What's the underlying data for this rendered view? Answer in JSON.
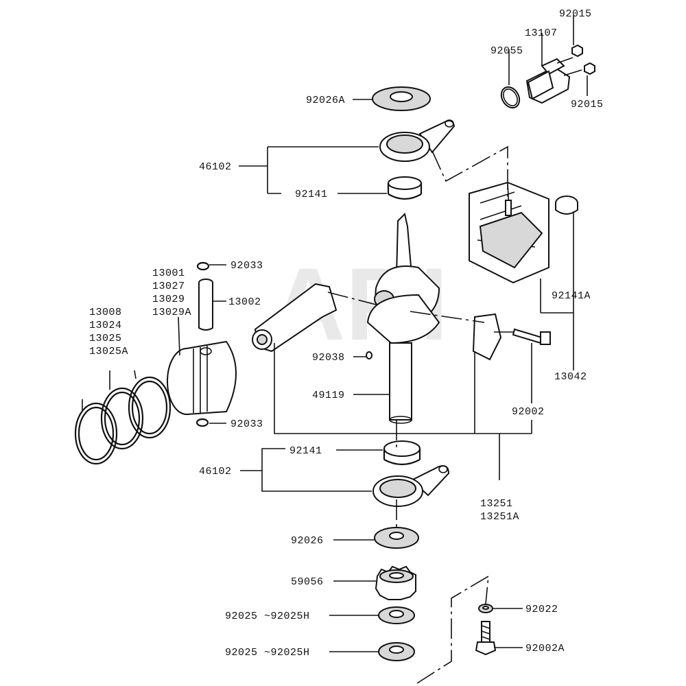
{
  "watermark": "ARI",
  "labels": {
    "l_92015_top": "92015",
    "l_13107": "13107",
    "l_92055": "92055",
    "l_92015_bot": "92015",
    "l_92026A": "92026A",
    "l_46102_top": "46102",
    "l_92141_top": "92141",
    "l_92033_top": "92033",
    "l_13001": "13001",
    "l_13027": "13027",
    "l_13029": "13029",
    "l_13029A": "13029A",
    "l_13002": "13002",
    "l_13008": "13008",
    "l_13024": "13024",
    "l_13025": "13025",
    "l_13025A": "13025A",
    "l_92038": "92038",
    "l_49119": "49119",
    "l_92033_bot": "92033",
    "l_92141A": "92141A",
    "l_13042": "13042",
    "l_92002": "92002",
    "l_92141_bot": "92141",
    "l_46102_bot": "46102",
    "l_13251": "13251",
    "l_13251A": "13251A",
    "l_92026": "92026",
    "l_59056": "59056",
    "l_92025_a": "92025 ~92025H",
    "l_92025_b": "92025 ~92025H",
    "l_92022": "92022",
    "l_92002A": "92002A"
  }
}
